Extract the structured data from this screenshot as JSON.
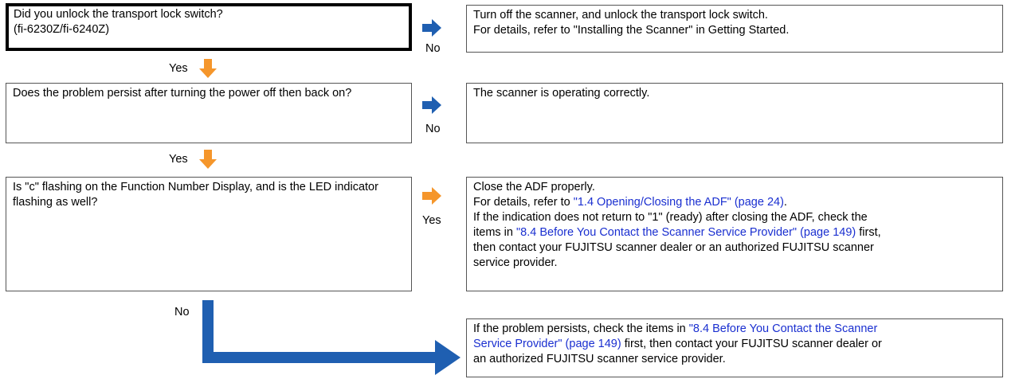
{
  "colors": {
    "arrow_blue": "#1f5fb1",
    "arrow_orange": "#f5962b",
    "link": "#1a2fd0"
  },
  "q1": {
    "line1": "Did you unlock the transport lock switch?",
    "line2": "(fi-6230Z/fi-6240Z)",
    "no_label": "No",
    "no_text_1": "Turn off the scanner, and unlock the transport lock switch.",
    "no_text_2": "For details, refer to \"Installing the Scanner\" in Getting Started.",
    "yes_label": "Yes"
  },
  "q2": {
    "text": "Does the problem persist after turning the power off then back on?",
    "no_label": "No",
    "no_text": "The scanner is operating correctly.",
    "yes_label": "Yes"
  },
  "q3": {
    "text": "Is \"c\" flashing on the Function Number Display, and is the LED indicator flashing as well?",
    "yes_label": "Yes",
    "yes_box": {
      "line1": "Close the ADF properly.",
      "line2_prefix": "For details, refer to ",
      "line2_link": "\"1.4 Opening/Closing the ADF\" (page 24)",
      "line2_suffix": ".",
      "line3": "If the indication does not return to \"1\" (ready) after closing the ADF, check the",
      "line4_prefix": "items in ",
      "line4_link": "\"8.4 Before You Contact the Scanner Service Provider\" (page 149)",
      "line4_suffix": " first,",
      "line5": "then contact your FUJITSU scanner dealer or an authorized FUJITSU scanner",
      "line6": "service provider."
    },
    "no_label": "No",
    "no_box": {
      "line1_prefix": "If the problem persists, check the items in ",
      "line1_link": "\"8.4 Before You Contact the Scanner",
      "line2_link": "Service Provider\" (page 149)",
      "line2_suffix": " first, then contact your FUJITSU scanner dealer or",
      "line3": "an authorized FUJITSU scanner service provider."
    }
  }
}
